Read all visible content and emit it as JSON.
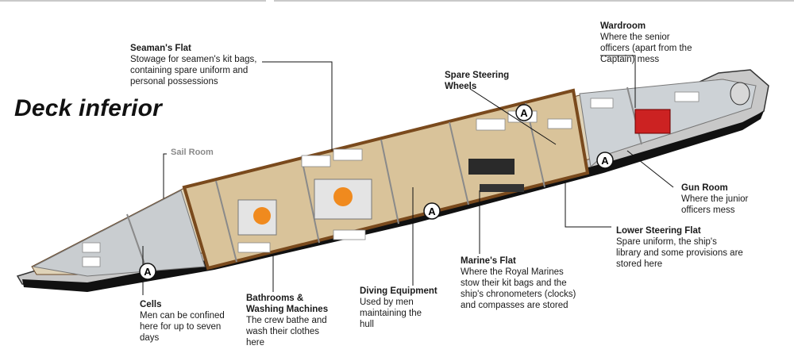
{
  "title": "Deck inferior",
  "labels": {
    "wardroom": {
      "title": "Wardroom",
      "desc": [
        "Where the senior",
        "officers (apart from the",
        "Captain) mess"
      ]
    },
    "seamans_flat": {
      "title": "Seaman's Flat",
      "desc": [
        "Stowage for seamen's kit bags,",
        "containing spare uniform and",
        "personal possessions"
      ]
    },
    "spare_steering": {
      "title_lines": [
        "Spare Steering",
        "Wheels"
      ]
    },
    "sail_room": {
      "title": "Sail Room"
    },
    "gun_room": {
      "title": "Gun Room",
      "desc": [
        "Where the junior",
        "officers mess"
      ]
    },
    "lower_steering": {
      "title": "Lower Steering Flat",
      "desc": [
        "Spare uniform, the ship's",
        "library and some provisions are",
        "stored here"
      ]
    },
    "marines_flat": {
      "title": "Marine's Flat",
      "desc": [
        "Where the Royal Marines",
        "stow their kit bags and the",
        "ship's chronometers (clocks)",
        "and compasses are stored"
      ]
    },
    "diving": {
      "title": "Diving Equipment",
      "desc": [
        "Used by men",
        "maintaining the",
        "hull"
      ]
    },
    "bathrooms": {
      "title_lines": [
        "Bathrooms &",
        "Washing Machines"
      ],
      "desc": [
        "The crew bathe and",
        "wash their clothes",
        "here"
      ]
    },
    "cells": {
      "title": "Cells",
      "desc": [
        "Men can be confined",
        "here for up to seven",
        "days"
      ]
    }
  },
  "markers": [
    "A",
    "A",
    "A",
    "A"
  ],
  "colors": {
    "deck": "#d9c39a",
    "hull": "#111111",
    "wall": "#8a5a2b",
    "compartment": "#e6e6e6",
    "wardroom_table": "#cc2222"
  }
}
